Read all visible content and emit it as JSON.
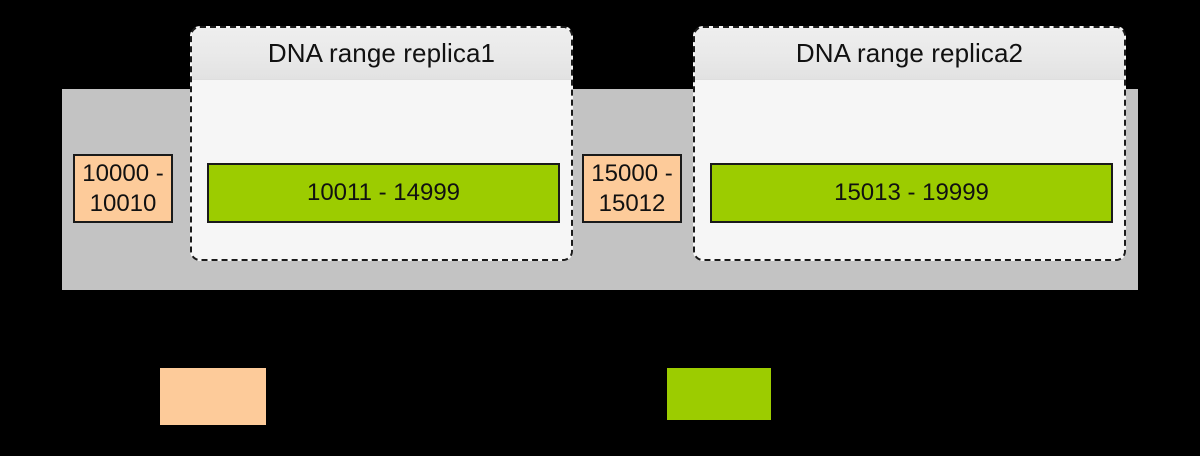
{
  "diagram": {
    "title": "",
    "background_color": "#000000",
    "band": {
      "label": "",
      "color": "#c3c3c3"
    },
    "primary_ranges": [
      {
        "label": "10000 -\n10010",
        "start": "10000",
        "end": "10010",
        "color": "#fdcb9a"
      },
      {
        "label": "15000 -\n15012",
        "start": "15000",
        "end": "15012",
        "color": "#fdcb9a"
      }
    ],
    "replicas": [
      {
        "title": "DNA range replica1",
        "range_label": "10011 - 14999",
        "start": "10011",
        "end": "14999",
        "color": "#9ccc00"
      },
      {
        "title": "DNA range replica2",
        "range_label": "15013 - 19999",
        "start": "15013",
        "end": "19999",
        "color": "#9ccc00"
      }
    ],
    "legend": {
      "items": [
        {
          "label": "",
          "color": "#fdcb9a",
          "swatch_name": "primary-range-swatch"
        },
        {
          "label": "",
          "color": "#9ccc00",
          "swatch_name": "replica-range-swatch"
        }
      ]
    }
  }
}
